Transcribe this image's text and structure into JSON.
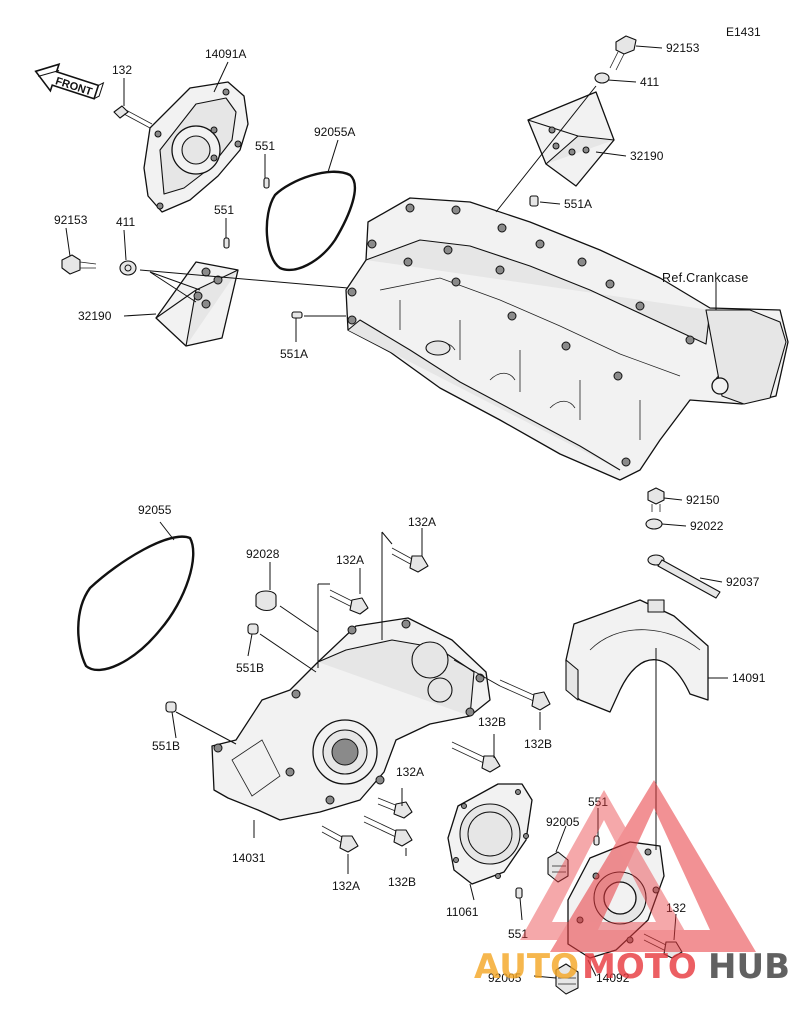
{
  "diagram": {
    "code": "E1431",
    "front_label": "FRONT",
    "ref_label": "Ref.Crankcase",
    "callouts": [
      "132",
      "14091A",
      "92153",
      "411",
      "32190",
      "551",
      "92055A",
      "551",
      "92153",
      "411",
      "551A",
      "32190",
      "551A",
      "Ref.Crankcase",
      "92150",
      "92022",
      "92037",
      "14091",
      "92055",
      "92028",
      "132A",
      "132A",
      "551B",
      "551B",
      "132B",
      "132B",
      "132A",
      "14031",
      "132A",
      "132B",
      "11061",
      "92005",
      "551",
      "551",
      "132",
      "92005",
      "14092"
    ]
  },
  "watermark": {
    "text_a": "AUTO",
    "text_b": "MOTO",
    "text_c": "HUB",
    "colors": {
      "triangle": "#e8383d",
      "auto": "#f5a623",
      "moto": "#e8383d",
      "hub": "#3a3a3a"
    }
  }
}
